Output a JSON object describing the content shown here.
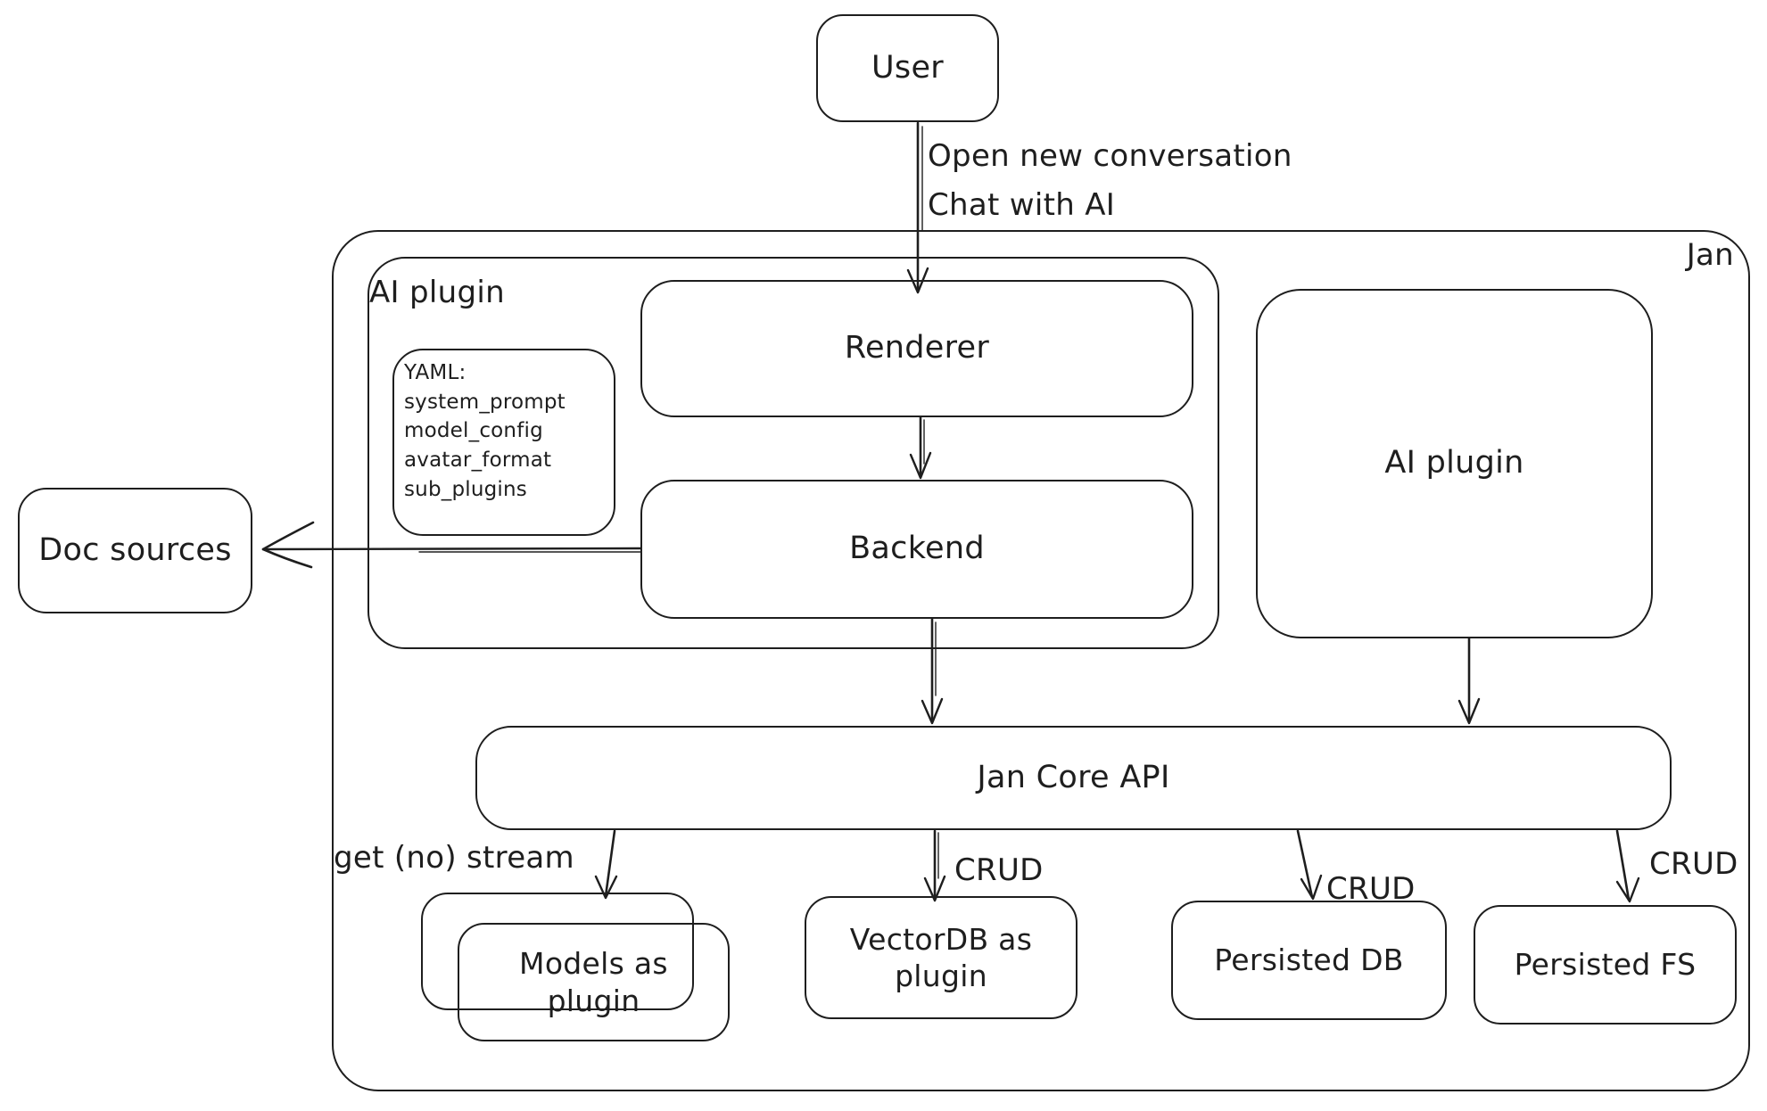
{
  "diagram": {
    "colors": {
      "stroke": "#1e1e1e",
      "background": "#ffffff"
    },
    "nodes": {
      "user": {
        "label": "User"
      },
      "jan_container": {
        "label": "Jan"
      },
      "ai_plugin_group": {
        "label": "AI plugin"
      },
      "renderer": {
        "label": "Renderer"
      },
      "backend": {
        "label": "Backend"
      },
      "yaml_note": {
        "lines": [
          "YAML:",
          "system_prompt",
          "model_config",
          "avatar_format",
          "sub_plugins"
        ]
      },
      "doc_sources": {
        "label": "Doc sources"
      },
      "ai_plugin_right": {
        "label": "AI plugin"
      },
      "jan_core_api": {
        "label": "Jan Core API"
      },
      "models_as_plugin": {
        "label": "Models as plugin"
      },
      "vectordb_as_plugin": {
        "label": "VectorDB as plugin"
      },
      "persisted_db": {
        "label": "Persisted DB"
      },
      "persisted_fs": {
        "label": "Persisted FS"
      }
    },
    "edges": {
      "user_to_renderer": {
        "line1": "Open new conversation",
        "line2": "Chat with AI"
      },
      "core_to_models": {
        "label": "get (no) stream"
      },
      "core_to_vectordb": {
        "label": "CRUD"
      },
      "core_to_persisted_db": {
        "label": "CRUD"
      },
      "core_to_persisted_fs": {
        "label": "CRUD"
      }
    }
  }
}
